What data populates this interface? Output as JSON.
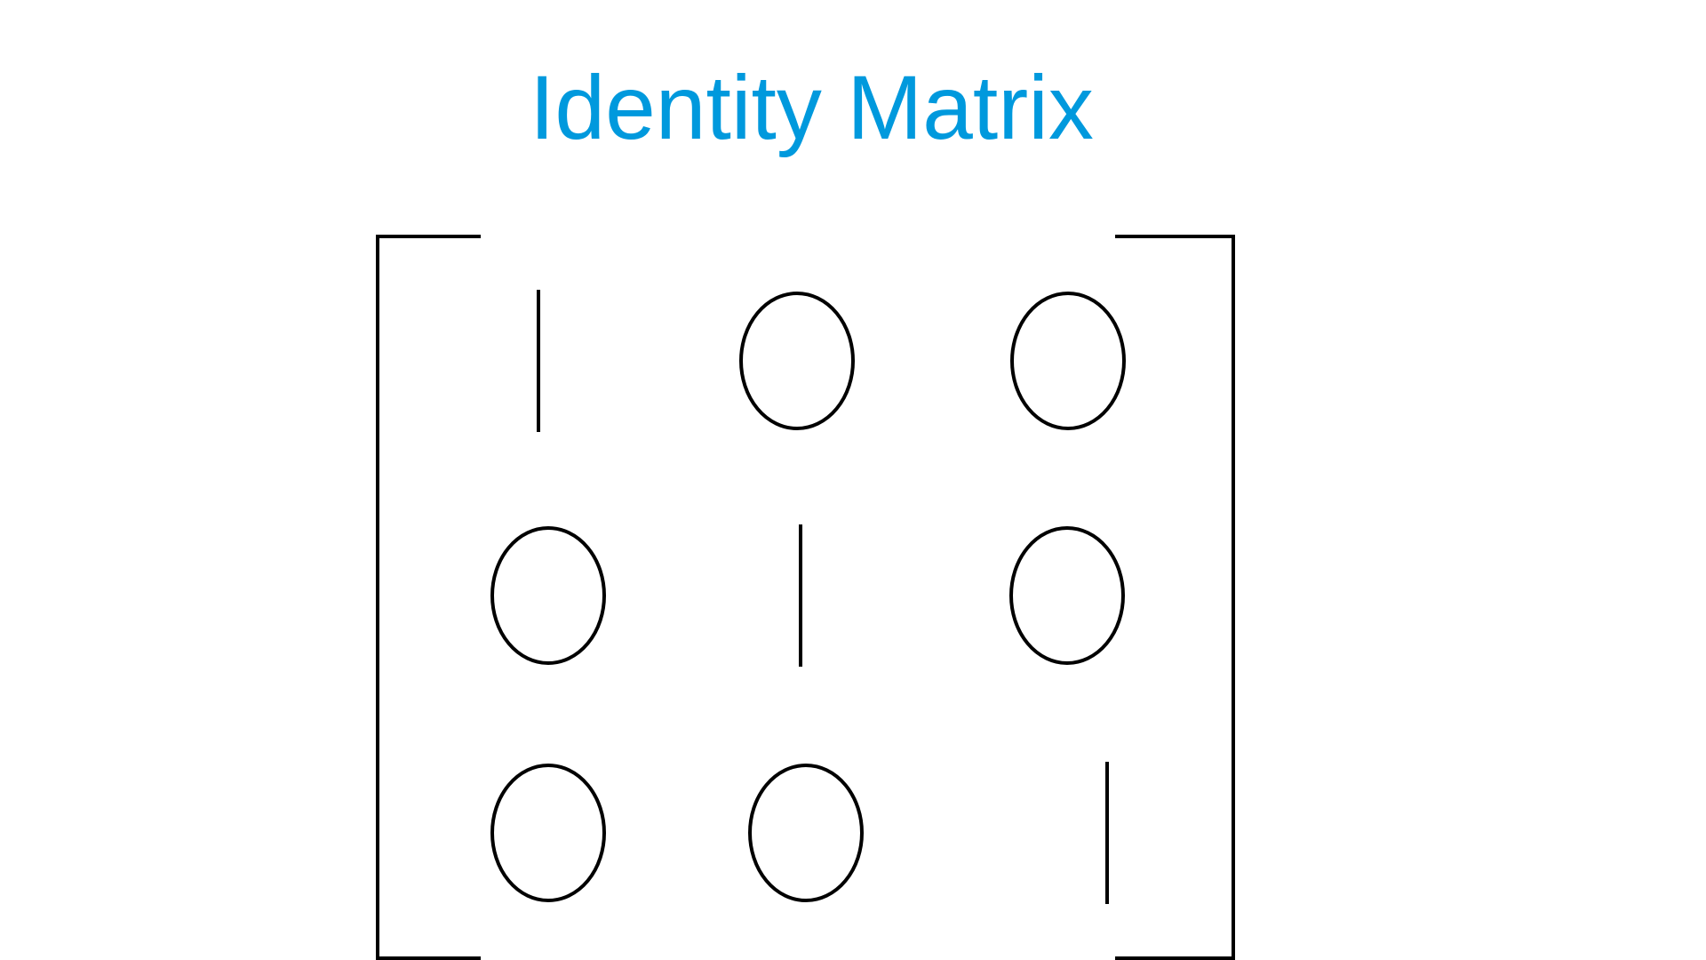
{
  "diagram": {
    "title": "Identity Matrix",
    "title_color": "#0099dd",
    "stroke_color": "#000000",
    "matrix": [
      [
        1,
        0,
        0
      ],
      [
        0,
        1,
        0
      ],
      [
        0,
        0,
        1
      ]
    ]
  }
}
